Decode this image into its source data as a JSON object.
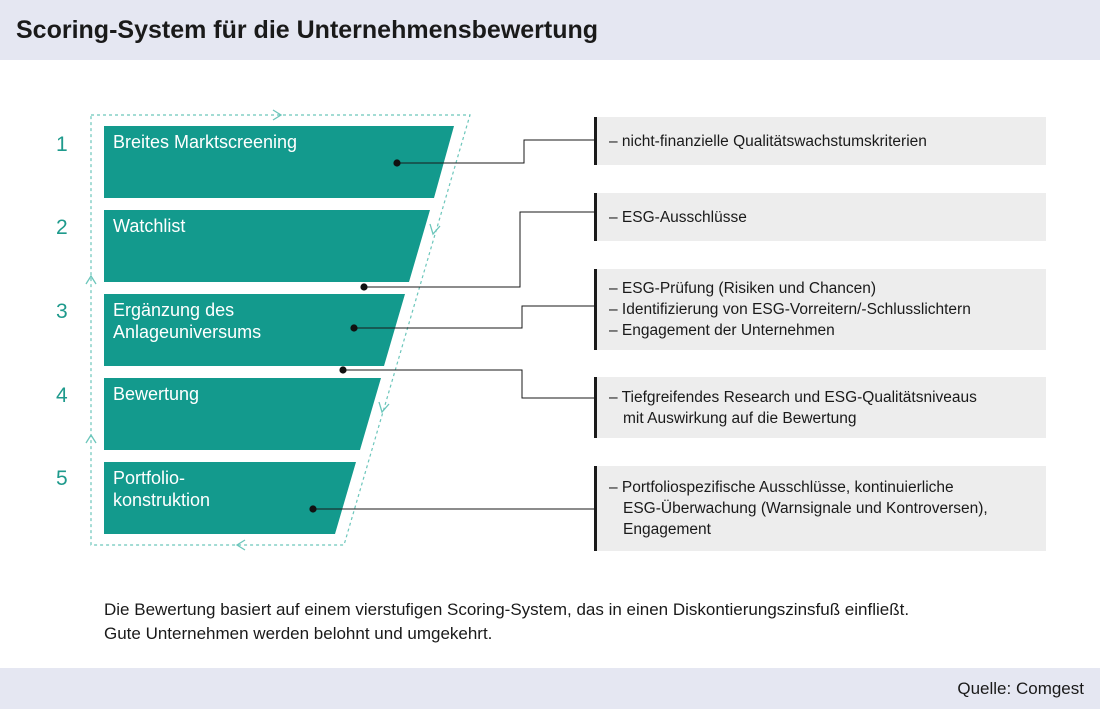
{
  "title": "Scoring-System für die Unternehmensbewertung",
  "steps": [
    {
      "number": "1",
      "label": [
        "Breites Marktscreening"
      ]
    },
    {
      "number": "2",
      "label": [
        "Watchlist"
      ]
    },
    {
      "number": "3",
      "label": [
        "Ergänzung des",
        "Anlageuniversums"
      ]
    },
    {
      "number": "4",
      "label": [
        "Bewertung"
      ]
    },
    {
      "number": "5",
      "label": [
        "Portfolio-",
        "konstruktion"
      ]
    }
  ],
  "boxes": [
    {
      "lines": [
        "– nicht-finanzielle Qualitätswachstumskriterien"
      ]
    },
    {
      "lines": [
        "– ESG-Ausschlüsse"
      ]
    },
    {
      "lines": [
        "– ESG-Prüfung (Risiken und Chancen)",
        "– Identifizierung von ESG-Vorreitern/-Schlusslichtern",
        "– Engagement der Unternehmen"
      ]
    },
    {
      "lines": [
        "– Tiefgreifendes Research und ESG-Qualitätsniveaus",
        "mit Auswirkung auf die Bewertung"
      ]
    },
    {
      "lines": [
        "– Portfoliospezifische Ausschlüsse, kontinuierliche",
        "ESG-Überwachung (Warnsignale und Kontroversen),",
        "Engagement"
      ]
    }
  ],
  "caption": {
    "line1": "Die Bewertung basiert auf einem vierstufigen Scoring-System, das in einen Diskontierungszinsfuß einfließt.",
    "line2": "Gute Unternehmen werden belohnt und umgekehrt."
  },
  "source": "Quelle: Comgest",
  "colors": {
    "teal": "#139a8d",
    "number": "#1e9a8c",
    "box_bg": "#ededed",
    "header_bg": "#e5e7f2"
  }
}
